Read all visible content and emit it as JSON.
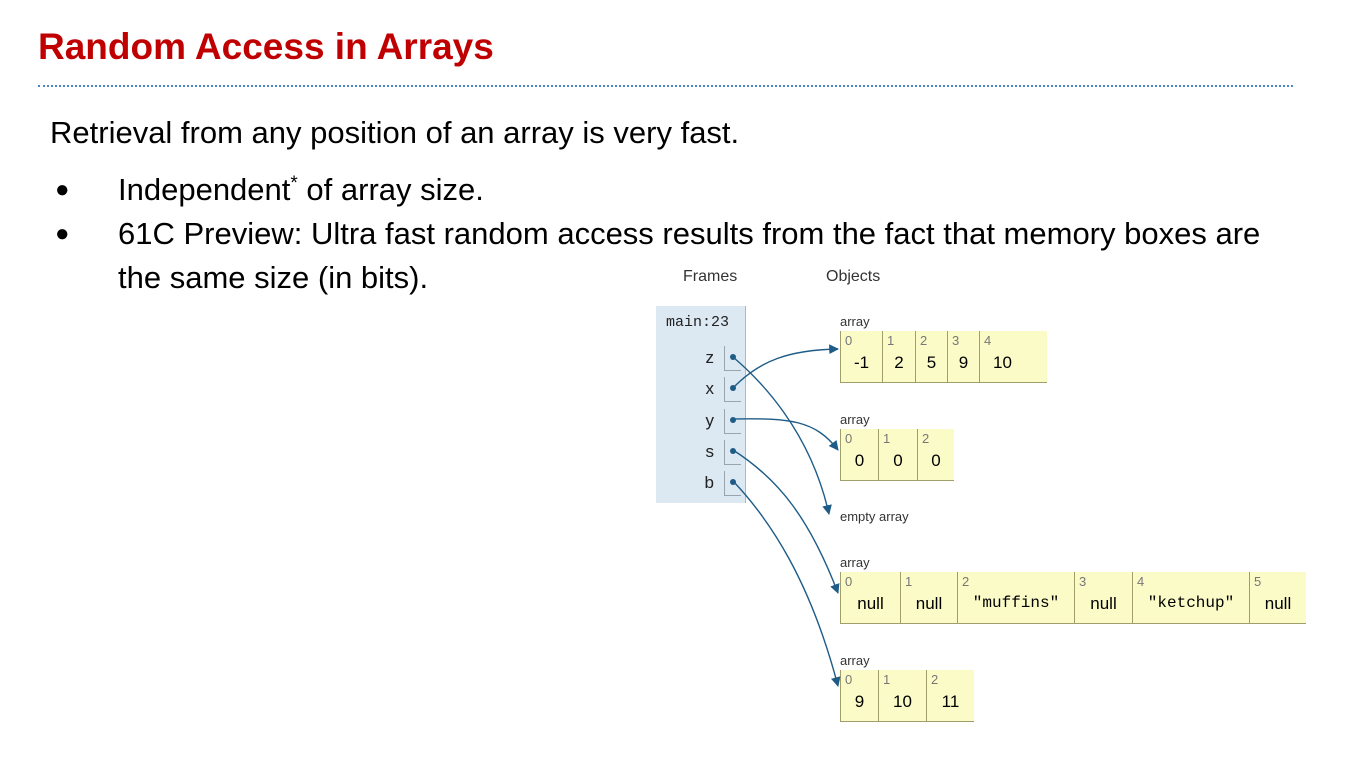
{
  "slide": {
    "title": "Random Access in Arrays",
    "intro": "Retrieval from any position of an array is very fast.",
    "bullets": [
      {
        "text": "Independent",
        "sup": "*",
        "rest": " of array size."
      },
      {
        "text": "61C Preview: Ultra fast random access results from the fact that memory boxes are the same size (in bits)."
      }
    ],
    "bullet_glyph": "●"
  },
  "viz": {
    "frames_label": "Frames",
    "objects_label": "Objects",
    "frame_name": "main:23",
    "variables": [
      "z",
      "x",
      "y",
      "s",
      "b"
    ],
    "arrow_color": "#1e5c87",
    "objects": [
      {
        "type": "array",
        "indices": [
          "0",
          "1",
          "2",
          "3",
          "4"
        ],
        "values": [
          "-1",
          "2",
          "5",
          "9",
          "10"
        ]
      },
      {
        "type": "array",
        "indices": [
          "0",
          "1",
          "2"
        ],
        "values": [
          "0",
          "0",
          "0"
        ]
      },
      {
        "type": "empty array"
      },
      {
        "type": "array",
        "indices": [
          "0",
          "1",
          "2",
          "3",
          "4",
          "5"
        ],
        "values": [
          "null",
          "null",
          "\"muffins\"",
          "null",
          "\"ketchup\"",
          "null"
        ]
      },
      {
        "type": "array",
        "indices": [
          "0",
          "1",
          "2"
        ],
        "values": [
          "9",
          "10",
          "11"
        ]
      }
    ]
  }
}
